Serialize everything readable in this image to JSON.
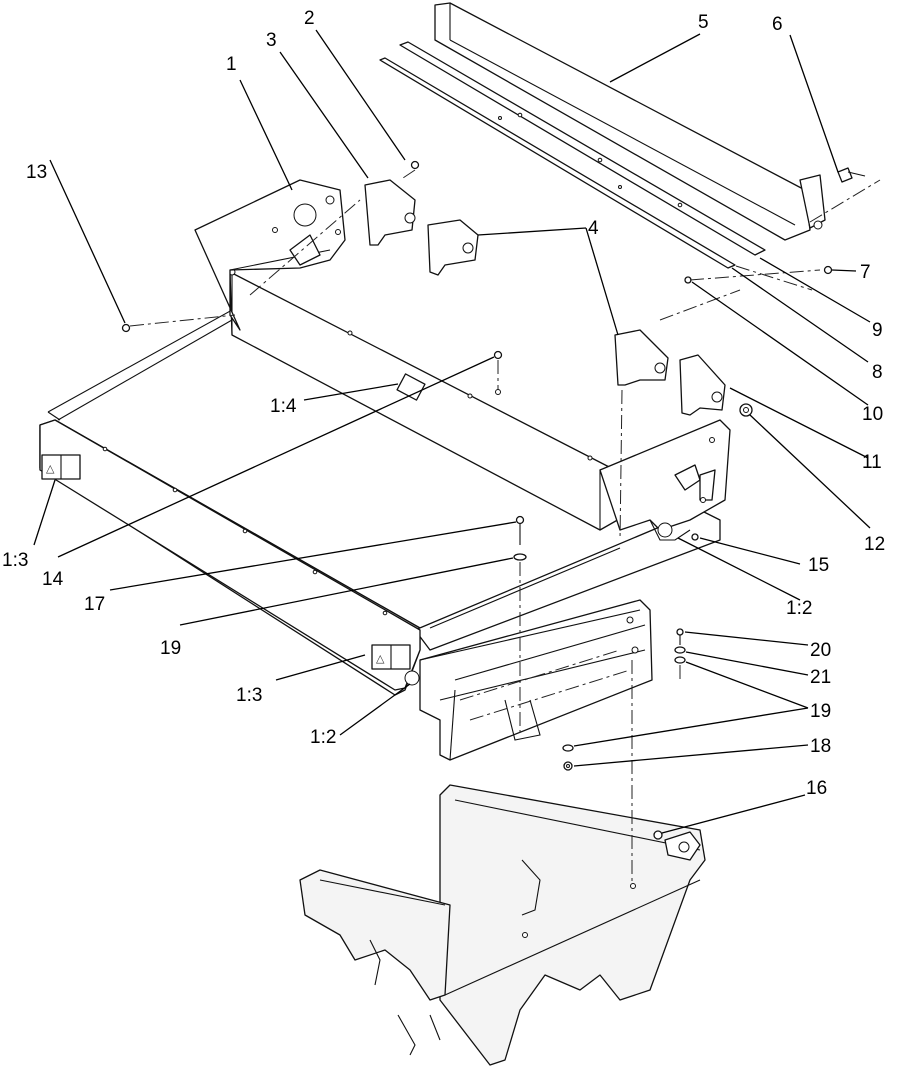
{
  "callouts": [
    {
      "id": "c1",
      "text": "1"
    },
    {
      "id": "c2",
      "text": "2"
    },
    {
      "id": "c3",
      "text": "3"
    },
    {
      "id": "c4",
      "text": "4"
    },
    {
      "id": "c5",
      "text": "5"
    },
    {
      "id": "c6",
      "text": "6"
    },
    {
      "id": "c7",
      "text": "7"
    },
    {
      "id": "c8",
      "text": "8"
    },
    {
      "id": "c9",
      "text": "9"
    },
    {
      "id": "c10",
      "text": "10"
    },
    {
      "id": "c11",
      "text": "11"
    },
    {
      "id": "c12",
      "text": "12"
    },
    {
      "id": "c13",
      "text": "13"
    },
    {
      "id": "c14",
      "text": "14"
    },
    {
      "id": "c15",
      "text": "15"
    },
    {
      "id": "c16",
      "text": "16"
    },
    {
      "id": "c17",
      "text": "17"
    },
    {
      "id": "c18",
      "text": "18"
    },
    {
      "id": "c19a",
      "text": "19"
    },
    {
      "id": "c19b",
      "text": "19"
    },
    {
      "id": "c20",
      "text": "20"
    },
    {
      "id": "c21",
      "text": "21"
    },
    {
      "id": "c1-2a",
      "text": "1:2"
    },
    {
      "id": "c1-2b",
      "text": "1:2"
    },
    {
      "id": "c1-3a",
      "text": "1:3"
    },
    {
      "id": "c1-3b",
      "text": "1:3"
    },
    {
      "id": "c1-4",
      "text": "1:4"
    }
  ],
  "decals": {
    "warning_symbol": "△"
  },
  "colors": {
    "line": "#111111",
    "background": "#ffffff"
  }
}
